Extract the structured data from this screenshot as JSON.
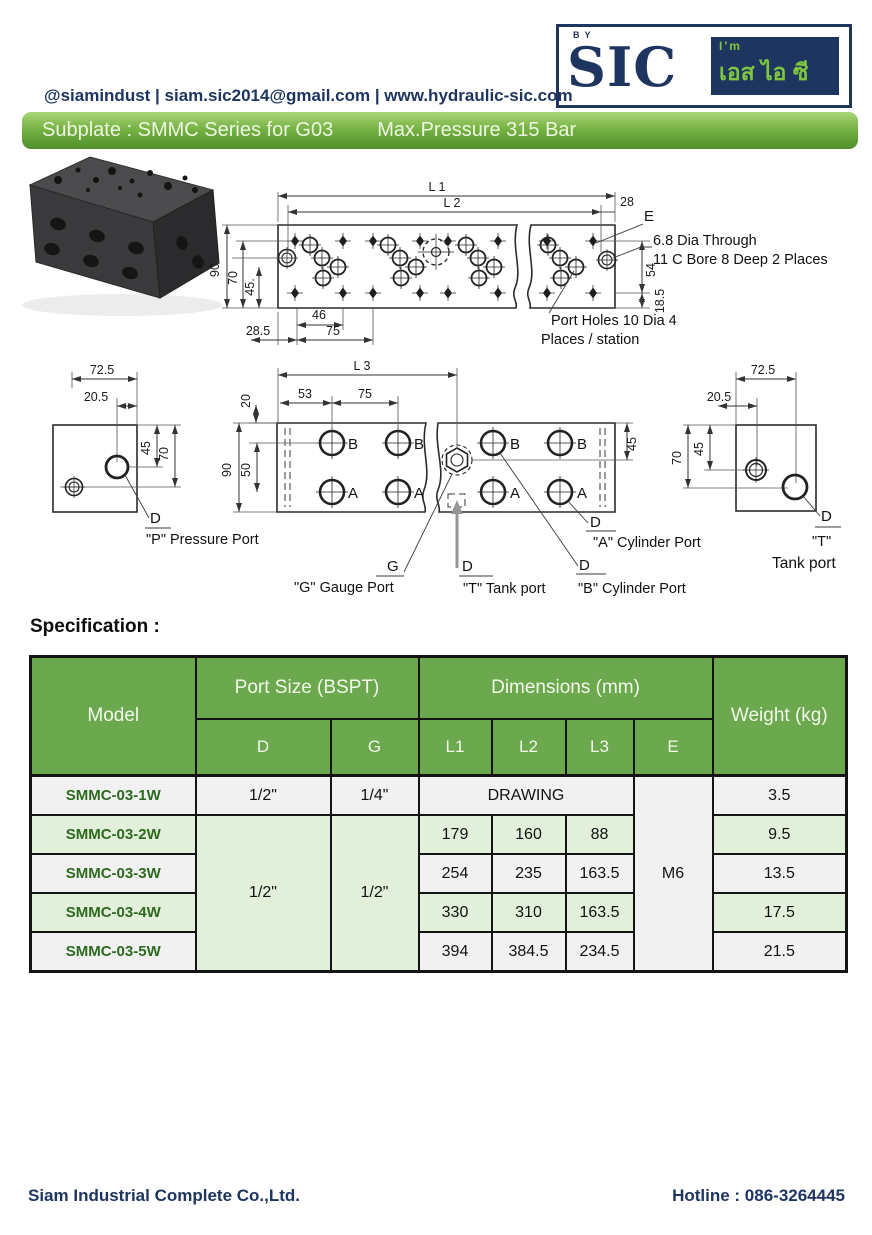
{
  "logo": {
    "by": "BY",
    "sic": "SIC",
    "im": "I'm",
    "thai": "เอส ไอ ซี"
  },
  "header": {
    "contact": "@siamindust | siam.sic2014@gmail.com | www.hydraulic-sic.com",
    "title": "Subplate : SMMC Series for G03",
    "subtitle": "Max.Pressure 315 Bar"
  },
  "drawing_top": {
    "l1": "L 1",
    "l2": "L 2",
    "d28": "28",
    "e_label": "E",
    "d90": "90",
    "d70": "70",
    "d45": "45.",
    "d54": "54",
    "d18_5": "18.5",
    "d46": "46",
    "d75": "75",
    "d28_5": "28.5",
    "note_dia": "6.8 Dia Through",
    "note_bore": "11 C Bore 8 Deep 2 Places",
    "note_port_1": "Port Holes 10 Dia 4",
    "note_port_2": "Places / station"
  },
  "drawing_pressure": {
    "d72_5": "72.5",
    "d20_5": "20.5",
    "d45": "45",
    "d70": "70",
    "d_label": "D",
    "caption": "\"P\" Pressure Port"
  },
  "drawing_plan": {
    "l3": "L 3",
    "d53": "53",
    "d75": "75",
    "d20": "20",
    "d90": "90",
    "d50": "50",
    "d45": "45",
    "b_label": "B",
    "a_label": "A",
    "g_label": "G",
    "d_label": "D",
    "caption_g": "\"G\" Gauge Port",
    "caption_t": "\"T\" Tank port",
    "caption_b": "\"B\" Cylinder Port",
    "caption_a": "\"A\" Cylinder Port"
  },
  "drawing_tank": {
    "d72_5": "72.5",
    "d20_5": "20.5",
    "d45": "45",
    "d70": "70",
    "d_label": "D",
    "caption_line1": "\"T\"",
    "caption_line2": "Tank port"
  },
  "spec": {
    "heading": "Specification :",
    "headers": {
      "model": "Model",
      "port_size": "Port Size (BSPT)",
      "dimensions": "Dimensions (mm)",
      "weight": "Weight (kg)",
      "d": "D",
      "g": "G",
      "l1": "L1",
      "l2": "L2",
      "l3": "L3",
      "e": "E"
    },
    "merged": {
      "d": "1/2\"",
      "g": "1/2\""
    },
    "rows": [
      {
        "model": "SMMC-03-1W",
        "d": "1/2\"",
        "g": "1/4\"",
        "span": "DRAWING",
        "e": "M6",
        "weight": "3.5"
      },
      {
        "model": "SMMC-03-2W",
        "l1": "179",
        "l2": "160",
        "l3": "88",
        "weight": "9.5"
      },
      {
        "model": "SMMC-03-3W",
        "l1": "254",
        "l2": "235",
        "l3": "163.5",
        "weight": "13.5"
      },
      {
        "model": "SMMC-03-4W",
        "l1": "330",
        "l2": "310",
        "l3": "163.5",
        "weight": "17.5"
      },
      {
        "model": "SMMC-03-5W",
        "l1": "394",
        "l2": "384.5",
        "l3": "234.5",
        "weight": "21.5"
      }
    ]
  },
  "footer": {
    "company": "Siam Industrial Complete Co.,Ltd.",
    "hotline": "Hotline : 086-3264445"
  },
  "colors": {
    "navy": "#1e3560",
    "bar_green": "#6fae3f",
    "table_header_green": "#6ca84d",
    "row_green": "#e2efda",
    "row_gray": "#f1f1f1",
    "model_green": "#2d6a1f",
    "logo_green": "#7dc63e"
  }
}
